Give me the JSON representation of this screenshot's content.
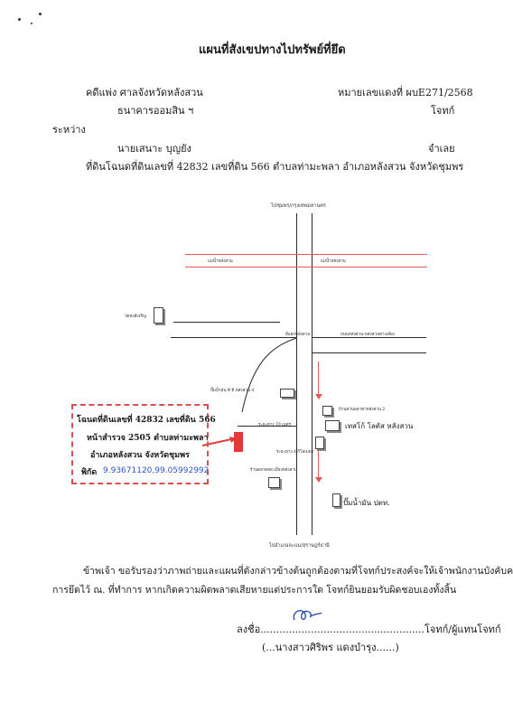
{
  "doc": {
    "title": "แผนที่สังเขปทางไปทรัพย์ที่ยึด",
    "case_court": "คดีแพ่ง  ศาลจังหวัดหลังสวน",
    "case_number": "หมายเลขแดงที่ ผบE271/2568",
    "plaintiff_name": "ธนาคารออมสิน ฯ",
    "plaintiff_role": "โจทก์",
    "between": "ระหว่าง",
    "defendant_name": "นายเสนาะ  บุญยัง",
    "defendant_role": "จำเลย",
    "land_line": "ที่ดินโฉนดที่ดินเลขที่  42832  เลขที่ดิน  566  ตำบลท่ามะพลา  อำเภอหลังสวน  จังหวัดชุมพร"
  },
  "map": {
    "north_label": "ไปชุมพร/กรุงเทพมหานคร",
    "south_label": "ไปอำเภอละแม/สุราษฎร์ธานี",
    "rail_left": "แม่น้ำหลังสวน",
    "rail_right": "แม่น้ำหลังสวน",
    "temple": "วัดหงส์เจริญ",
    "junction": "สี่แยกหลังสวน",
    "road_right": "ถนนหลังสวน-หลังสวนทางเลี่ยง",
    "gas_pt": "ปั๊มน้ำมัน พี ที หลังสวน 4",
    "bank": "บ้านสวนพลาซ่าหลังสวน 2",
    "lotus": "เทสโก้ โลตัส หลังสวน",
    "distance_a": "ระยะทาง 70 เมตร",
    "distance_b": "ระยะทาง 4 กิโลเมตร",
    "shop": "ร้านตลาดสด เมืองหลังสวน",
    "gas_ptt": "ปั๊มน้ำมัน ปตท."
  },
  "callout": {
    "line1": "โฉนดที่ดินเลขที่ 42832  เลขที่ดิน 566",
    "line2": "หน้าสำรวจ 2505  ตำบลท่ามะพลา",
    "line3": "อำเภอหลังสวน  จังหวัดชุมพร",
    "coord_label": "พิกัด",
    "coord_value": "9.93671120,99.05992992"
  },
  "footer": {
    "para1": "ข้าพเจ้า ขอรับรองว่าภาพถ่ายและแผนที่ดังกล่าวข้างต้นถูกต้องตามที่โจทก์ประสงค์จะให้เจ้าพนักงานบังคับคดีทำ",
    "para2": "การยึดไว้ ณ. ที่ทำการ  หากเกิดความผิดพลาดเสียหายแต่ประการใด  โจทก์ยินยอมรับผิดชอบเองทั้งสิ้น",
    "sign_prefix": "ลงชื่อ",
    "sign_dots": "....................................................",
    "sign_suffix": "โจทก์/ผู้แทนโจทก์",
    "signer": "(...นางสาวศิริพร  แดงบำรุง......)"
  }
}
